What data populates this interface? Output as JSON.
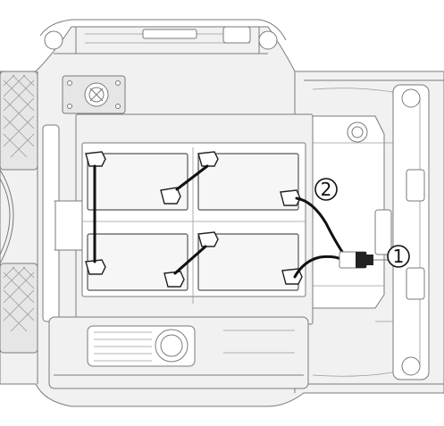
{
  "callouts": [
    {
      "label": "1",
      "target": "main-connector"
    },
    {
      "label": "2",
      "target": "battery-lead"
    }
  ],
  "colors": {
    "outline": "#7a7a7a",
    "cable": "#111111",
    "panel": "#f1f1f1"
  },
  "icon_names": [
    "cap-icon",
    "latch-icon"
  ]
}
